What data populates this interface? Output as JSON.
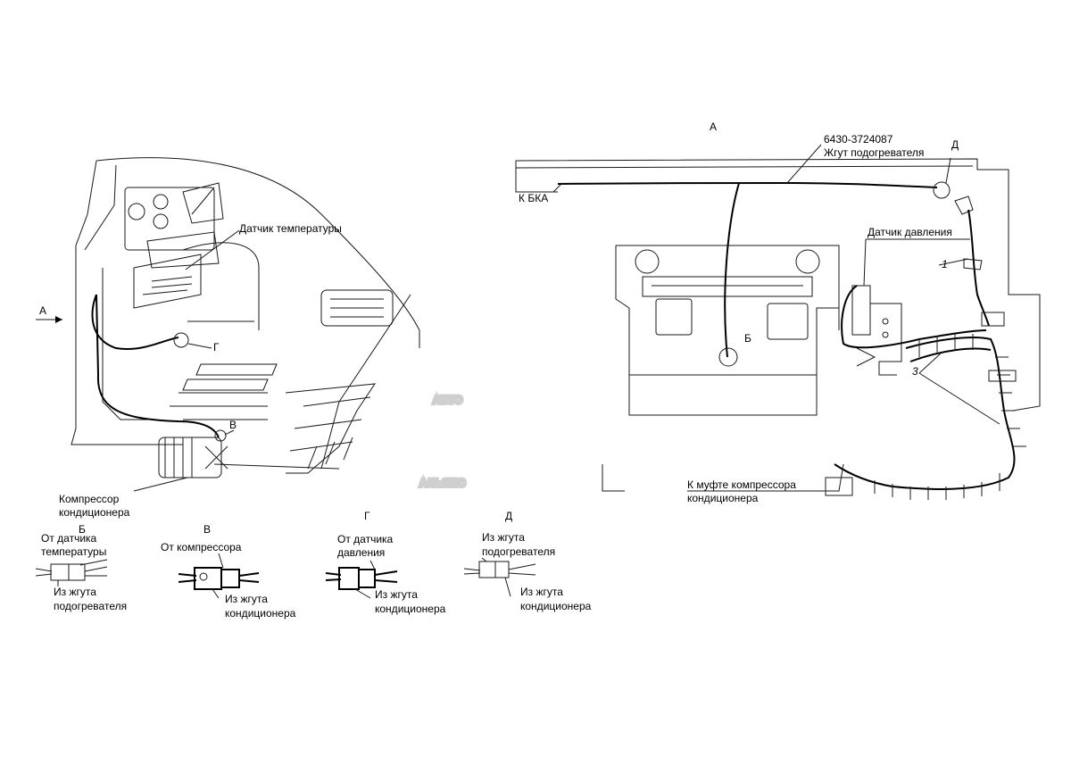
{
  "labels": {
    "view_a_title": "А",
    "view_a_arrow": "А",
    "harness_code": "6430-3724087",
    "harness_name": "Жгут подогревателя",
    "to_bka": "К БКА",
    "marker_d": "Д",
    "pressure_sensor": "Датчик давления",
    "pos_1": "1",
    "pos_3": "3",
    "marker_b": "Б",
    "to_clutch_line1": "К муфте компрессора",
    "to_clutch_line2": "кондиционера",
    "temp_sensor": "Датчик температуры",
    "marker_g": "Г",
    "marker_v": "В",
    "compressor_line1": "Компрессор",
    "compressor_line2": "кондиционера"
  },
  "watermark": {
    "line1": "АВТО",
    "line2": "АЛЬЯНС"
  },
  "details": [
    {
      "title": "Б",
      "top_line1": "От датчика",
      "top_line2": "температуры",
      "bottom_line1": "Из жгута",
      "bottom_line2": "подогревателя"
    },
    {
      "title": "В",
      "top_line1": "От компрессора",
      "bottom_line1": "Из жгута",
      "bottom_line2": "кондиционера"
    },
    {
      "title": "Г",
      "top_line1": "От датчика",
      "top_line2": "давления",
      "bottom_line1": "Из жгута",
      "bottom_line2": "кондиционера"
    },
    {
      "title": "Д",
      "top_line1": "Из жгута",
      "top_line2": "подогревателя",
      "bottom_line1": "Из жгута",
      "bottom_line2": "кондиционера"
    }
  ]
}
